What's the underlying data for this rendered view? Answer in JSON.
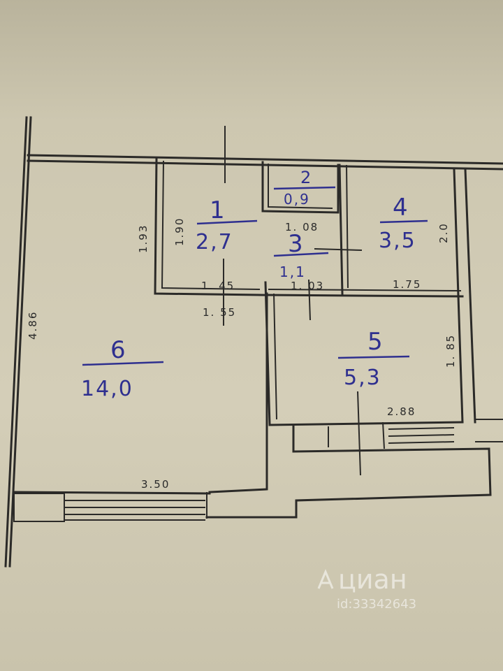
{
  "rooms": [
    {
      "number": "1",
      "area": "2,7"
    },
    {
      "number": "2",
      "area": "0,9"
    },
    {
      "number": "3",
      "area": "1,1"
    },
    {
      "number": "4",
      "area": "3,5"
    },
    {
      "number": "5",
      "area": "5,3"
    },
    {
      "number": "6",
      "area": "14,0"
    }
  ],
  "dimensions": {
    "left_height": "4.86",
    "room1_outer_height": "1.93",
    "room1_inner_height": "1.90",
    "room1_width": "1. 45",
    "room3_width": "1. 03",
    "room2_width": "1. 08",
    "corridor_width": "1. 55",
    "room4_width": "1.75",
    "room4_height": "2.0",
    "room5_height": "1. 85",
    "room5_width": "2.88",
    "room6_width": "3.50"
  },
  "watermark": {
    "brand": "циан",
    "id_text": "id:33342643"
  }
}
